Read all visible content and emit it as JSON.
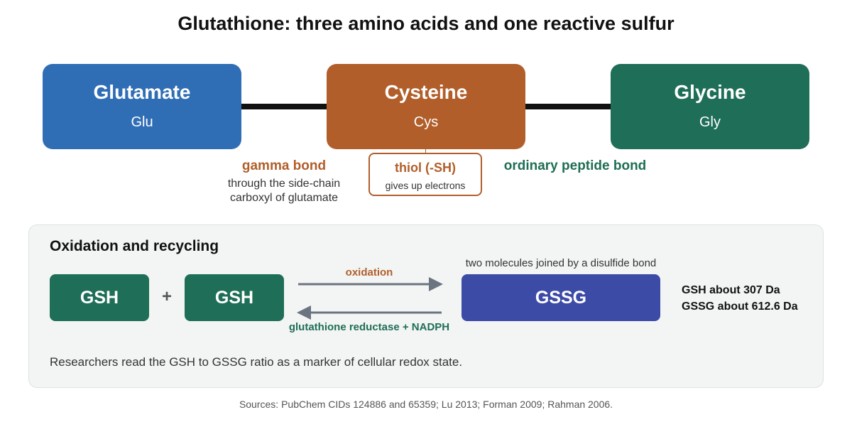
{
  "title": "Glutathione: three amino acids and one reactive sulfur",
  "colors": {
    "glutamate": "#2f6db5",
    "cysteine": "#b15e2a",
    "glycine": "#1f6e57",
    "gssg": "#3c4ba6",
    "arrow": "#6b7480",
    "panel_bg": "#f3f5f4"
  },
  "amino_acids": [
    {
      "name": "Glutamate",
      "abbr": "Glu"
    },
    {
      "name": "Cysteine",
      "abbr": "Cys"
    },
    {
      "name": "Glycine",
      "abbr": "Gly"
    }
  ],
  "bonds": {
    "gamma": {
      "title": "gamma bond",
      "desc_line1": "through the side-chain",
      "desc_line2": "carboxyl of glutamate"
    },
    "peptide": {
      "title": "ordinary peptide bond"
    }
  },
  "thiol": {
    "title": "thiol (-SH)",
    "desc": "gives up electrons"
  },
  "recycling": {
    "title": "Oxidation and recycling",
    "gsh_label": "GSH",
    "plus": "+",
    "oxidation_label": "oxidation",
    "reduction_label": "glutathione reductase + NADPH",
    "gssg_caption": "two molecules joined by a disulfide bond",
    "gssg_label": "GSSG",
    "mass_gsh": "GSH about 307 Da",
    "mass_gssg": "GSSG about 612.6 Da",
    "footnote": "Researchers read the GSH to GSSG ratio as a marker of cellular redox state."
  },
  "sources": "Sources: PubChem CIDs 124886 and 65359; Lu 2013; Forman 2009; Rahman 2006."
}
